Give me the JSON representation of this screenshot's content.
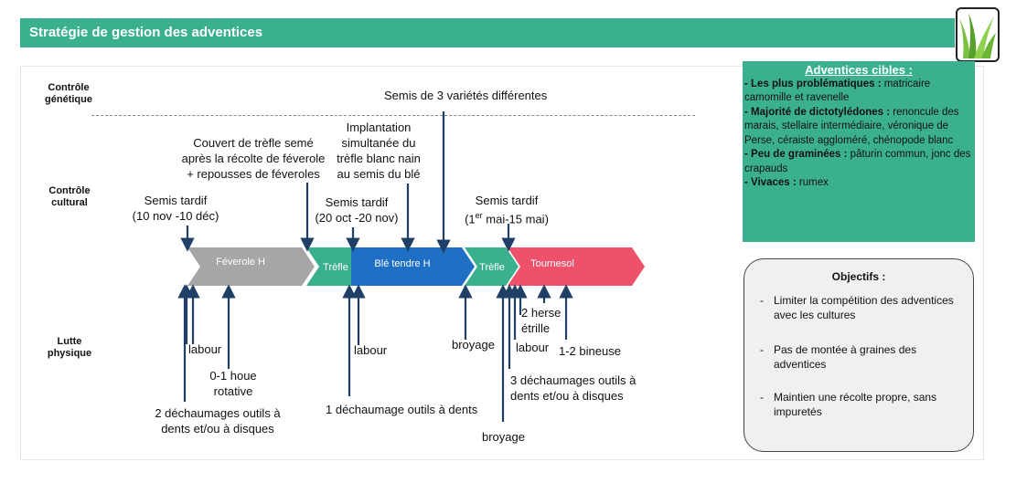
{
  "header": {
    "title": "Stratégie de gestion des adventices"
  },
  "logo": {
    "icon": "grass-icon"
  },
  "rows": {
    "genetique": [
      "Contrôle",
      "génétique"
    ],
    "cultural": [
      "Contrôle",
      "cultural"
    ],
    "physique": [
      "Lutte",
      "physique"
    ]
  },
  "crops": [
    {
      "label": "Féverole H",
      "color": "#a6a6a6"
    },
    {
      "label": "Trèfle",
      "color": "#3bb08f"
    },
    {
      "label": "Blé tendre H",
      "color": "#1f6fc4"
    },
    {
      "label": "Trèfle",
      "color": "#3bb08f"
    },
    {
      "label": "Tournesol",
      "color": "#f0516a"
    }
  ],
  "annotations": {
    "semis_varietes": "Semis de 3 variétés différentes",
    "couvert_trefle": [
      "Couvert de trèfle semé",
      "après la récolte de féverole",
      "+ repousses de féveroles"
    ],
    "implantation": [
      "Implantation",
      "simultanée du",
      "trèfle blanc nain",
      "au semis du blé"
    ],
    "semis_tardif_1": [
      "Semis tardif",
      "(10 nov -10 déc)"
    ],
    "semis_tardif_2": [
      "Semis tardif",
      "(20 oct -20 nov)"
    ],
    "semis_tardif_3": [
      "Semis tardif",
      "(1er mai-15 mai)"
    ],
    "labour_1": "labour",
    "houe": [
      "0-1 houe",
      "rotative"
    ],
    "dechaumages_1": [
      "2 déchaumages outils à",
      "dents et/ou à disques"
    ],
    "labour_2": "labour",
    "dechaumage_dents": "1 déchaumage outils à dents",
    "broyage_1": "broyage",
    "broyage_2": "broyage",
    "labour_3": "labour",
    "herse": [
      "2 herse",
      "étrille"
    ],
    "bineuse": "1-2 bineuse",
    "dechaumages_3": [
      "3 déchaumages outils à",
      "dents et/ou à disques"
    ]
  },
  "cibles": {
    "title": "Adventices cibles :",
    "items": [
      {
        "bold": "- Les plus problématiques :",
        "text": " matricaire camomille et ravenelle"
      },
      {
        "bold": "- Majorité de dictotylédones :",
        "text": " renoncule des marais, stellaire intermédiaire, véronique de Perse, céraiste aggloméré, chénopode blanc"
      },
      {
        "bold": "- Peu de graminées :",
        "text": " pâturin commun, jonc des crapauds"
      },
      {
        "bold": "- Vivaces :",
        "text": " rumex"
      }
    ]
  },
  "objectifs": {
    "title": "Objectifs :",
    "items": [
      "Limiter la compétition des adventices avec les cultures",
      "Pas de montée à graines des adventices",
      "Maintien une récolte propre, sans impuretés"
    ]
  },
  "colors": {
    "accent": "#3bb08f",
    "arrow": "#1f3f66"
  }
}
